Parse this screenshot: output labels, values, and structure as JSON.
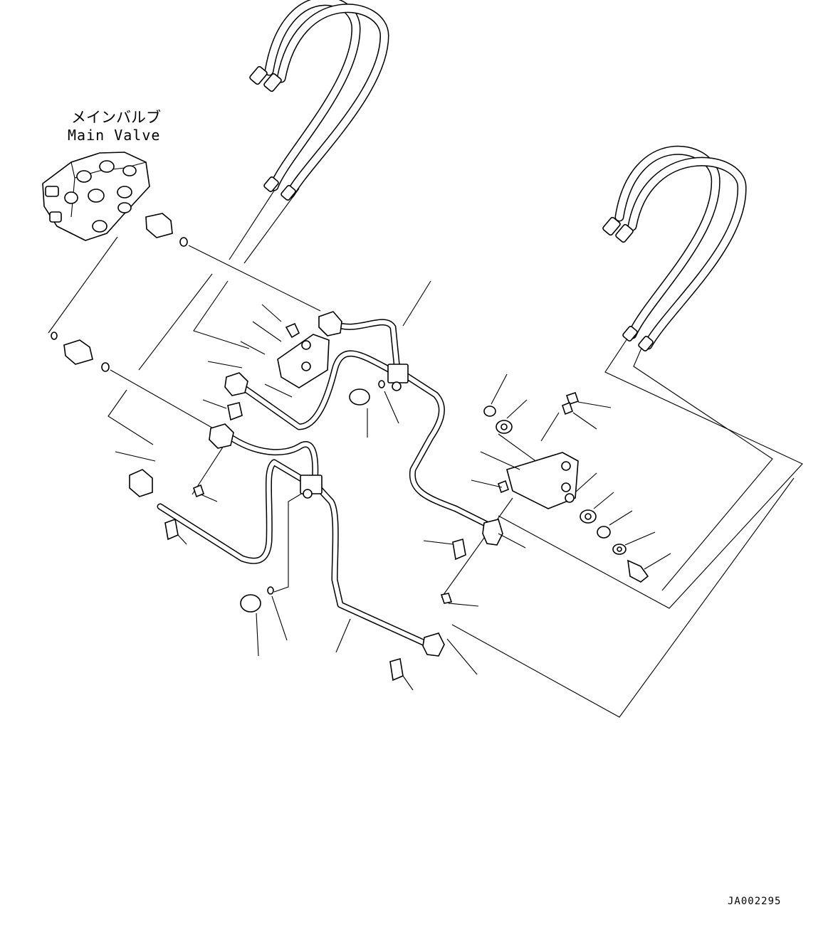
{
  "labels": {
    "main_valve_jp": "メインバルブ",
    "main_valve_en": "Main Valve"
  },
  "drawing_code": "JA002295"
}
